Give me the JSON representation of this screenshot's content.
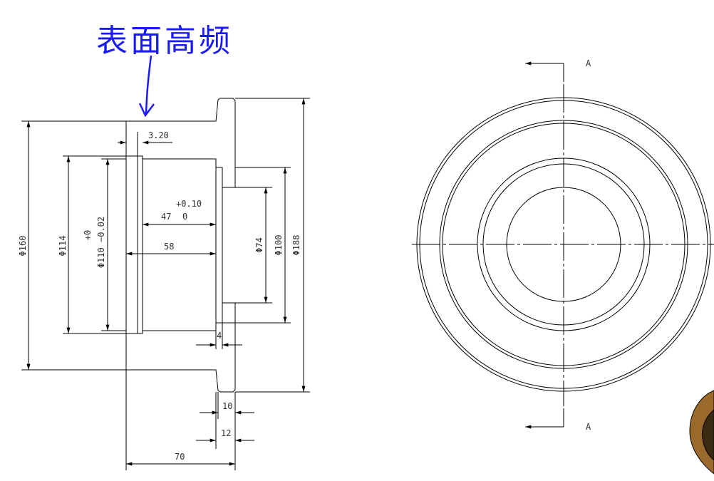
{
  "annotation": {
    "handwritten_note": "表面高频",
    "color": "#1a1aff"
  },
  "section_view": {
    "dimensions": {
      "d160": "Φ160",
      "d114": "Φ114",
      "d110": "Φ110 −0.02",
      "d110_upper_tol": "+0",
      "groove_width": "3.20",
      "depth_47": "47",
      "depth_47_tol_upper": "+0.10",
      "depth_47_tol_lower": "0",
      "depth_58": "58",
      "d74": "Φ74",
      "d100": "Φ100",
      "d188": "Φ188",
      "recess_4": "4",
      "flange_10": "10",
      "flange_12": "12",
      "length_70": "70"
    }
  },
  "end_view": {
    "section_label_top": "A",
    "section_label_bottom": "A"
  },
  "colors": {
    "line": "#000000",
    "dim_text": "#333333",
    "model_brown": "#9a6a2c"
  }
}
